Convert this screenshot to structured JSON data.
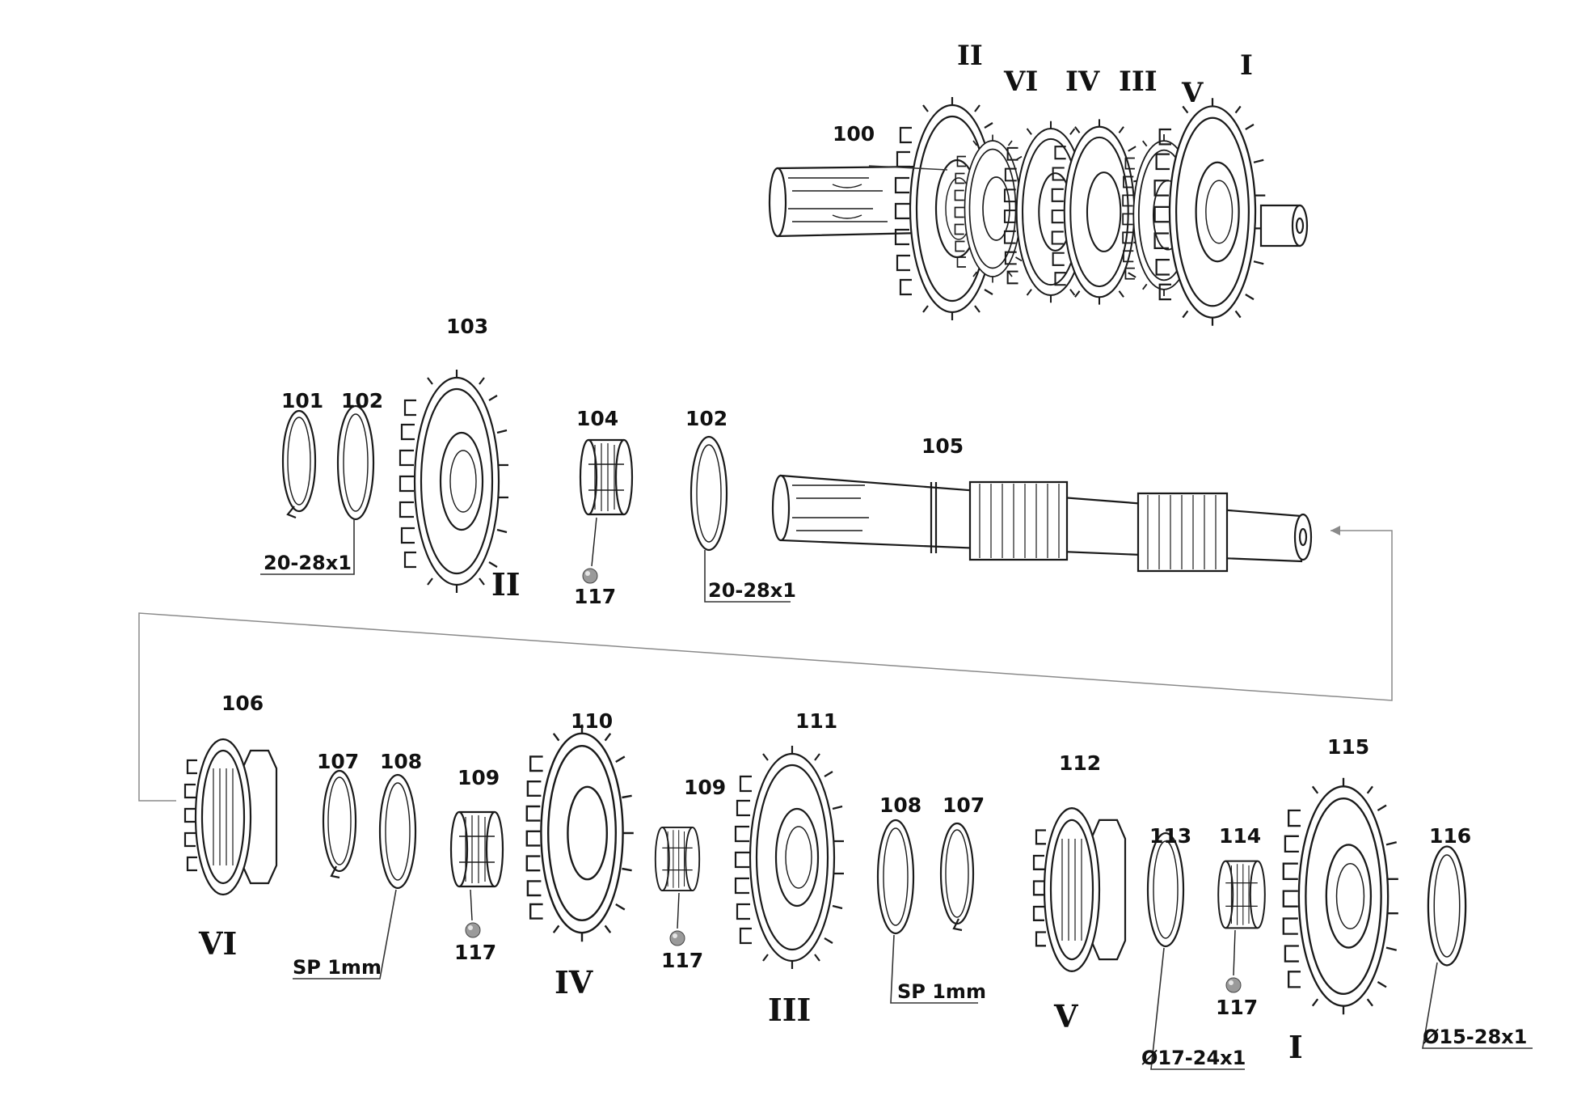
{
  "labels": {
    "n100": "100",
    "n101": "101",
    "n102a": "102",
    "n102b": "102",
    "n103": "103",
    "n104": "104",
    "n105": "105",
    "n106": "106",
    "n107a": "107",
    "n107b": "107",
    "n108a": "108",
    "n108b": "108",
    "n109a": "109",
    "n109b": "109",
    "n110": "110",
    "n111": "111",
    "n112": "112",
    "n113": "113",
    "n114": "114",
    "n115": "115",
    "n116": "116",
    "n117a": "117",
    "n117b": "117",
    "n117c": "117",
    "n117d": "117"
  },
  "gears_top": {
    "g2": "II",
    "g6": "VI",
    "g4": "IV",
    "g3": "III",
    "g5": "V",
    "g1": "I"
  },
  "gears_bottom": {
    "g2": "II",
    "g6": "VI",
    "g4": "IV",
    "g3": "III",
    "g5": "V",
    "g1": "I"
  },
  "callouts": {
    "c1": "20-28x1",
    "c2": "20-28x1",
    "c3": "SP 1mm",
    "c4": "SP 1mm",
    "c5": "Ø17-24x1",
    "c6": "Ø15-28x1"
  }
}
